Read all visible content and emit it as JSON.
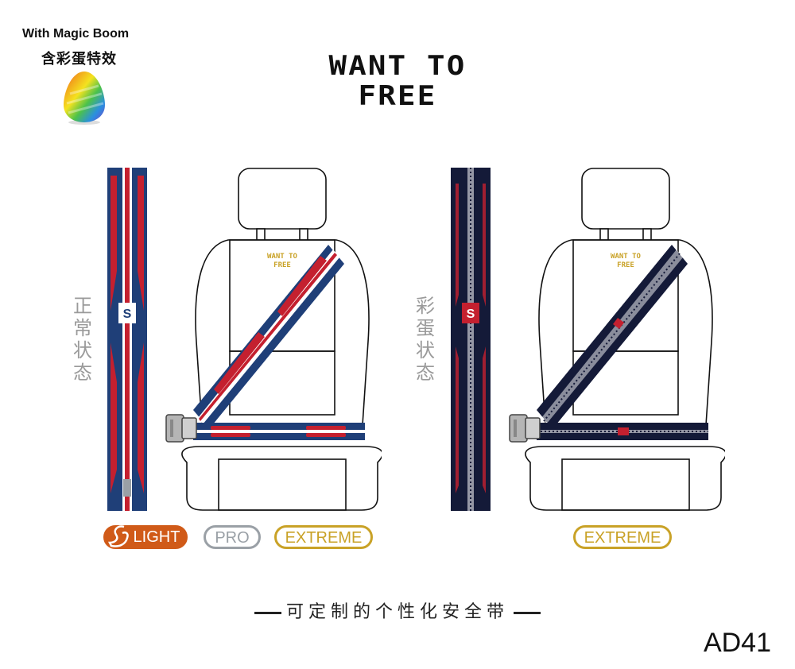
{
  "header": {
    "magic_en": "With Magic Boom",
    "magic_zh": "含彩蛋特效",
    "brand_line1": "WANT TO",
    "brand_line2": "FREE"
  },
  "labels": {
    "normal_state": "正常状态",
    "egg_state": "彩蛋状态"
  },
  "seat_logo": {
    "line1": "WANT TO",
    "line2": "FREE"
  },
  "strap_mark": "S",
  "badges": {
    "light": "LIGHT",
    "pro": "PRO",
    "extreme": "EXTREME"
  },
  "tagline": "可定制的个性化安全带",
  "model_code": "AD41",
  "colors": {
    "strap_blue": "#1f3f78",
    "strap_navy": "#141a38",
    "strap_red": "#c4202f",
    "light_badge": "#d05a18",
    "pro_badge": "#9aa0a6",
    "extreme_badge": "#c9a227",
    "seat_logo": "#c9a227"
  },
  "icons": {
    "egg": "rainbow-egg-icon",
    "light_badge": "swan-icon"
  }
}
